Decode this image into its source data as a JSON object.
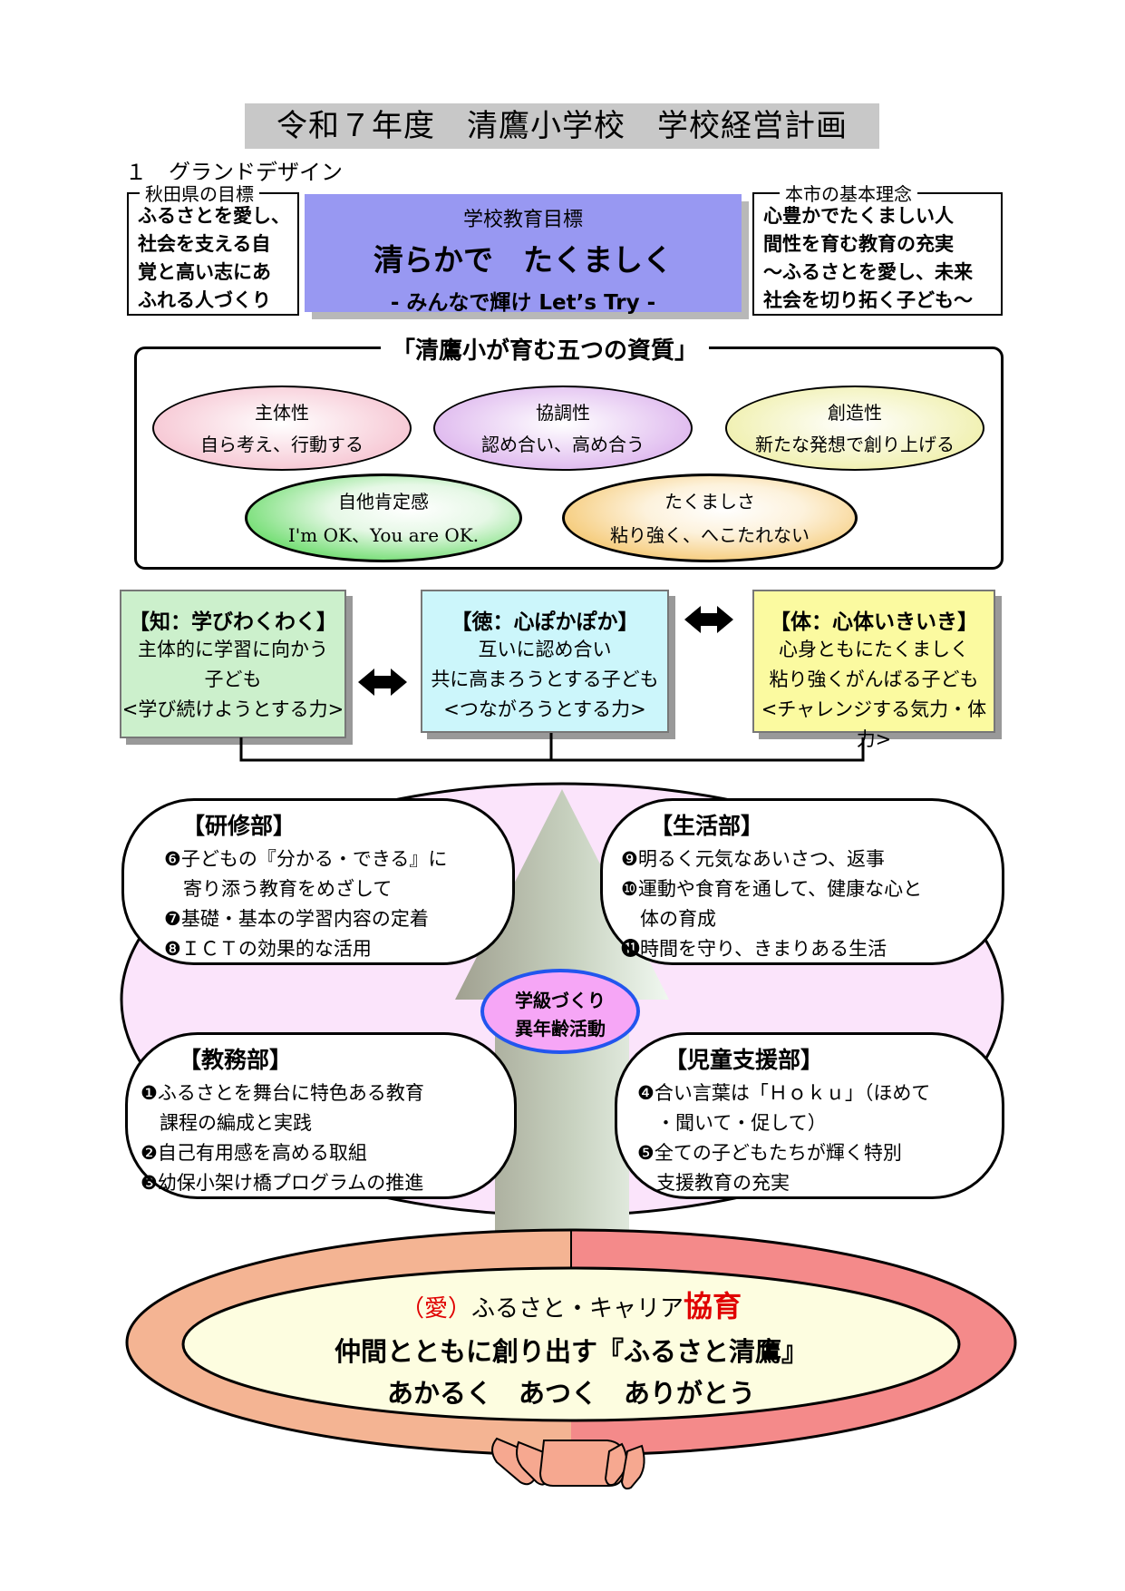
{
  "title": "令和７年度　清鷹小学校　学校経営計画",
  "section": "１　グランドデザイン",
  "left_box": {
    "legend": "秋田県の目標",
    "lines": [
      "ふるさとを愛し、",
      "社会を支える自",
      "覚と高い志にあ",
      "ふれる人づくり"
    ]
  },
  "goal": {
    "label": "学校教育目標",
    "main": "清らかで　たくましく",
    "sub": "- みんなで輝け Let’s Try -"
  },
  "right_box": {
    "legend": "本市の基本理念",
    "lines": [
      "心豊かでたくましい人",
      "間性を育む教育の充実",
      "～ふるさとを愛し、未来",
      "社会を切り拓く子ども～"
    ]
  },
  "qualities": {
    "title": "「清鷹小が育む五つの資質」",
    "items": [
      {
        "name": "主体性",
        "desc": "自ら考え、行動する",
        "color": "#f4b8c8"
      },
      {
        "name": "協調性",
        "desc": "認め合い、高め合う",
        "color": "#d6a6ea"
      },
      {
        "name": "創造性",
        "desc": "新たな発想で創り上げる",
        "color": "#ecec9a"
      },
      {
        "name": "自他肯定感",
        "desc": "I'm OK、You are OK.",
        "color": "#3fd23f"
      },
      {
        "name": "たくましさ",
        "desc": "粘り強く、へこたれない",
        "color": "#f2b94c"
      }
    ]
  },
  "virtues": [
    {
      "head": "【知：学びわくわく】",
      "lines": [
        "主体的に学習に向かう",
        "子ども",
        "<学び続けようとする力>"
      ],
      "color": "#ccf0cc"
    },
    {
      "head": "【徳：心ぽかぽか】",
      "lines": [
        "互いに認め合い",
        "共に高まろうとする子ども",
        "<つながろうとする力>"
      ],
      "color": "#ccf6fb"
    },
    {
      "head": "【体：心体いきいき】",
      "lines": [
        "心身ともにたくましく",
        "粘り強くがんばる子ども",
        "<チャレンジする気力・体力>"
      ],
      "color": "#fbfaa0"
    }
  ],
  "departments": {
    "kenshu": {
      "head": "【研修部】",
      "lines": [
        "❻子どもの『分かる・できる』に",
        "　寄り添う教育をめざして",
        "❼基礎・基本の学習内容の定着",
        "❽ＩＣＴの効果的な活用"
      ]
    },
    "seikatsu": {
      "head": "【生活部】",
      "lines": [
        "❾明るく元気なあいさつ、返事",
        "❿運動や食育を通して、健康な心と",
        "　体の育成",
        "⓫時間を守り、きまりある生活"
      ]
    },
    "kyomu": {
      "head": "【教務部】",
      "lines": [
        "❶ふるさとを舞台に特色ある教育",
        "　課程の編成と実践",
        "❷自己有用感を高める取組",
        "❸幼保小架け橋プログラムの推進"
      ]
    },
    "jido": {
      "head": "【児童支援部】",
      "lines": [
        "❹合い言葉は「Ｈｏｋｕ」（ほめて",
        "　・聞いて・促して）",
        "❺全ての子どもたちが輝く特別",
        "　支援教育の充実"
      ]
    }
  },
  "center": {
    "line1": "学級づくり",
    "line2": "異年齢活動"
  },
  "bottom": {
    "prefix": "（愛）",
    "mid": "ふるさと・キャリア",
    "accent": "協育",
    "line2": "仲間とともに創り出す『ふるさと清鷹』",
    "line3": "あかるく　あつく　ありがとう"
  },
  "colors": {
    "goal": "#9898f2",
    "big_oval": "#fbe4fb",
    "ring_left": "#f4b493",
    "ring_right": "#f48a8a",
    "inner": "#fdfde0",
    "accent": "#e00000",
    "center_border": "#2255ee",
    "center_fill": "#f6a6f6"
  }
}
